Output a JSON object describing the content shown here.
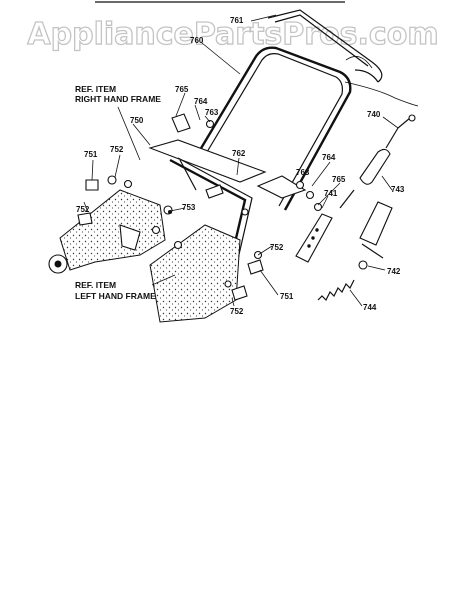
{
  "watermark": "AppliancePartsPros.com",
  "references": {
    "right_hand_frame": [
      "REF. ITEM",
      "RIGHT HAND FRAME"
    ],
    "left_hand_frame": [
      "REF. ITEM",
      "LEFT HAND FRAME"
    ]
  },
  "callouts": {
    "c761": "761",
    "c760": "760",
    "c765a": "765",
    "c764a": "764",
    "c763a": "763",
    "c750": "750",
    "c762": "762",
    "c740": "740",
    "c764b": "764",
    "c763b": "763",
    "c765b": "765",
    "c741": "741",
    "c743": "743",
    "c751a": "751",
    "c752a": "752",
    "c752b": "752",
    "c753": "753",
    "c752c": "752",
    "c742": "742",
    "c751b": "751",
    "c752d": "752",
    "c744": "744"
  }
}
